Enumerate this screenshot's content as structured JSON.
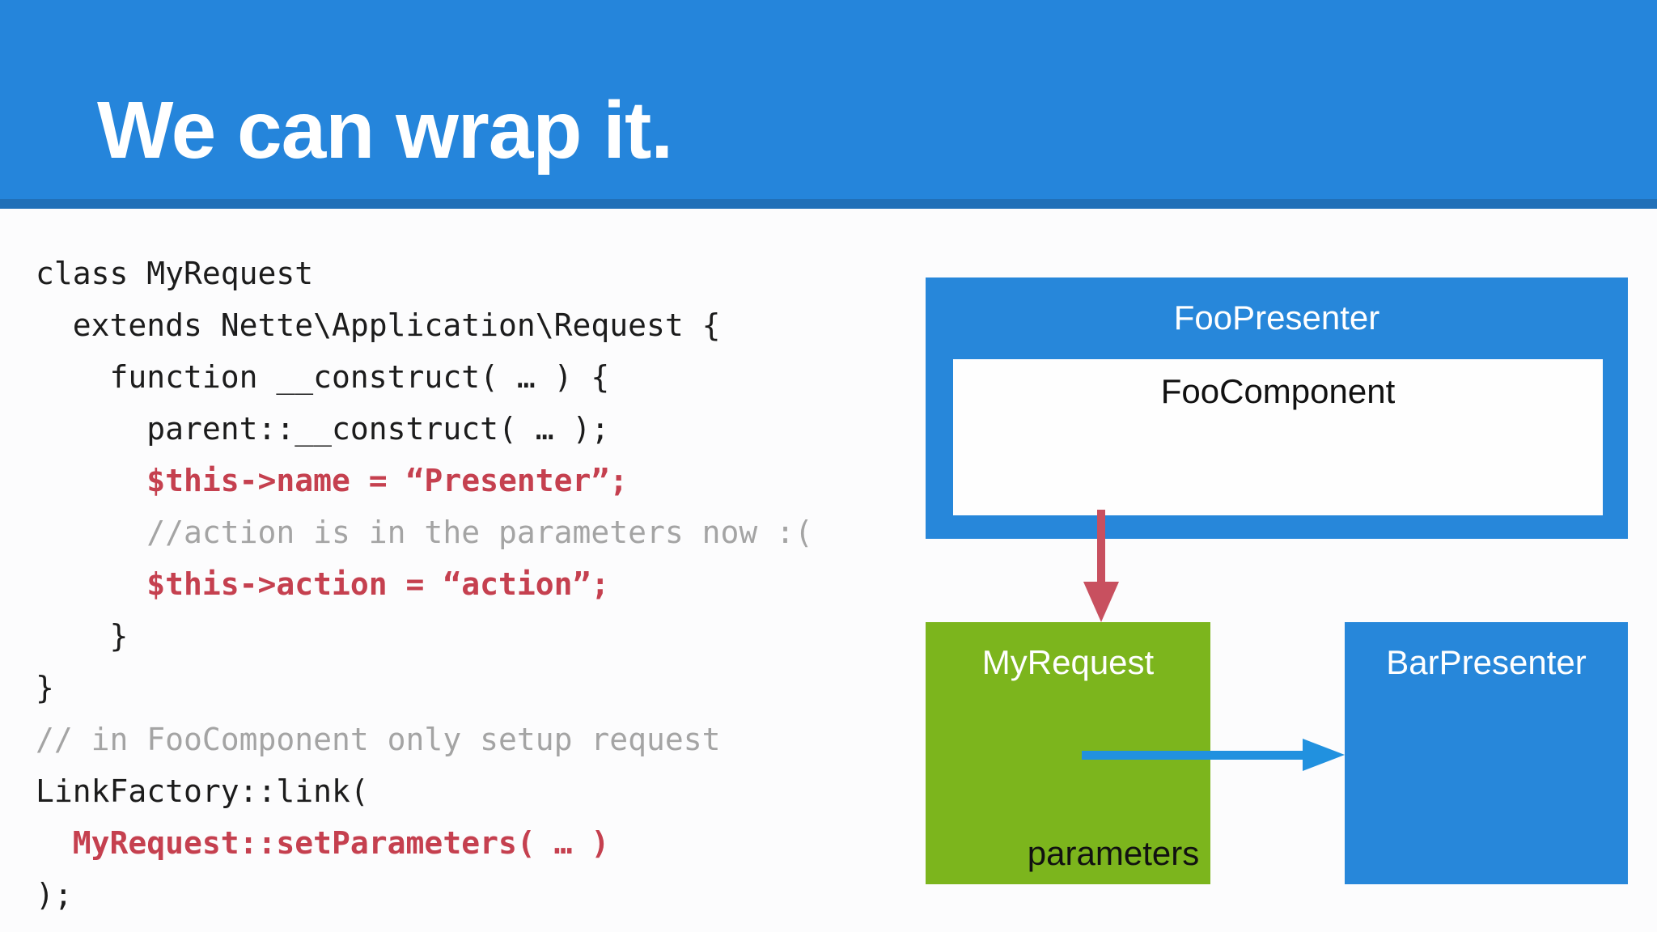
{
  "slide": {
    "title": "We can wrap it.",
    "colors": {
      "header_blue": "#2585DB",
      "header_stripe": "#2170B8",
      "box_blue": "#2787DA",
      "arrow_blue": "#2191DF",
      "green": "#7CB51D",
      "arrow_red": "#C8505F",
      "code_red": "#C5404F",
      "code_gray": "#A4A4A4",
      "code_black": "#1C1C1C",
      "background": "#FCFCFD"
    }
  },
  "code": {
    "lines": [
      {
        "text": "class MyRequest",
        "color": "black"
      },
      {
        "text": "  extends Nette\\Application\\Request {",
        "color": "black"
      },
      {
        "text": "    function __construct( … ) {",
        "color": "black"
      },
      {
        "text": "      parent::__construct( … );",
        "color": "black"
      },
      {
        "text": "      $this->name = “Presenter”;",
        "color": "red"
      },
      {
        "text": "      //action is in the parameters now :(",
        "color": "gray"
      },
      {
        "text": "      $this->action = “action”;",
        "color": "red"
      },
      {
        "text": "    }",
        "color": "black"
      },
      {
        "text": "}",
        "color": "black"
      },
      {
        "text": "// in FooComponent only setup request",
        "color": "gray"
      },
      {
        "text": "LinkFactory::link(",
        "color": "black"
      },
      {
        "text": "  MyRequest::setParameters( … )",
        "color": "red"
      },
      {
        "text": ");",
        "color": "black"
      }
    ]
  },
  "diagram": {
    "foo_presenter_label": "FooPresenter",
    "foo_component_label": "FooComponent",
    "my_request_label": "MyRequest",
    "my_request_caption": "parameters",
    "bar_presenter_label": "BarPresenter"
  }
}
